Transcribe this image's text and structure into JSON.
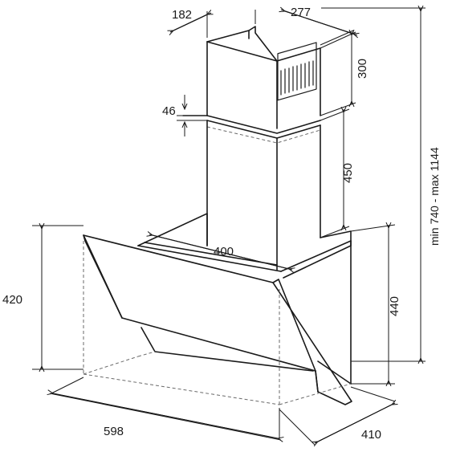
{
  "dimensions": {
    "chimney_depth": "182",
    "chimney_width": "277",
    "upper_chimney_height": "300",
    "chimney_overlap": "46",
    "lower_chimney_height": "450",
    "height_range": "min 740 - max 1144",
    "body_depth_top": "400",
    "hood_height_total": "440",
    "glass_height": "420",
    "hood_width": "598",
    "hood_depth": "410"
  },
  "colors": {
    "line": "#1a1a1a",
    "hidden_line": "#6a6a6a",
    "background": "#ffffff"
  }
}
